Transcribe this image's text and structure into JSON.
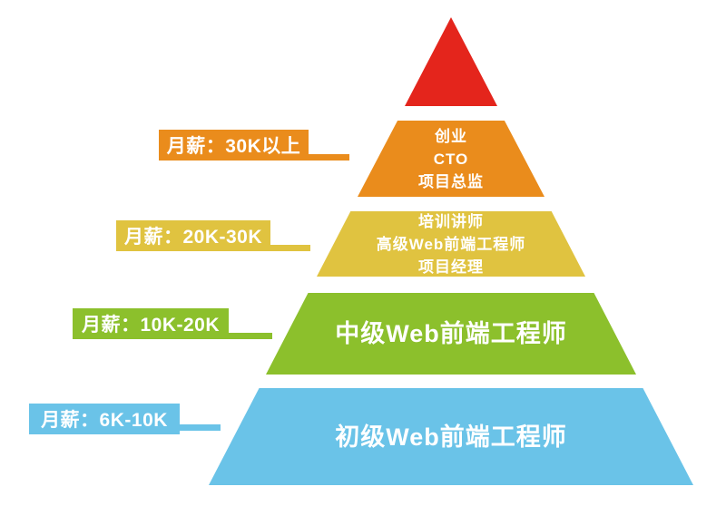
{
  "page": {
    "background": "#ffffff"
  },
  "pyramid": {
    "description_type": "career-salary-pyramid",
    "tiers": [
      {
        "name": "peak",
        "color": "#e4251c",
        "lines": [],
        "salary_label": ""
      },
      {
        "name": "tier-30k-plus",
        "color": "#ea8c1c",
        "lines": [
          "创业",
          "CTO",
          "项目总监"
        ],
        "salary_label": "月薪：30K以上"
      },
      {
        "name": "tier-20k-30k",
        "color": "#e0c340",
        "lines": [
          "培训讲师",
          "高级Web前端工程师",
          "项目经理"
        ],
        "salary_label": "月薪：20K-30K"
      },
      {
        "name": "tier-10k-20k",
        "color": "#8cc02c",
        "lines": [
          "中级Web前端工程师"
        ],
        "salary_label": "月薪：10K-20K"
      },
      {
        "name": "tier-6k-10k",
        "color": "#6ac3e8",
        "lines": [
          "初级Web前端工程师"
        ],
        "salary_label": "月薪：6K-10K"
      }
    ]
  }
}
